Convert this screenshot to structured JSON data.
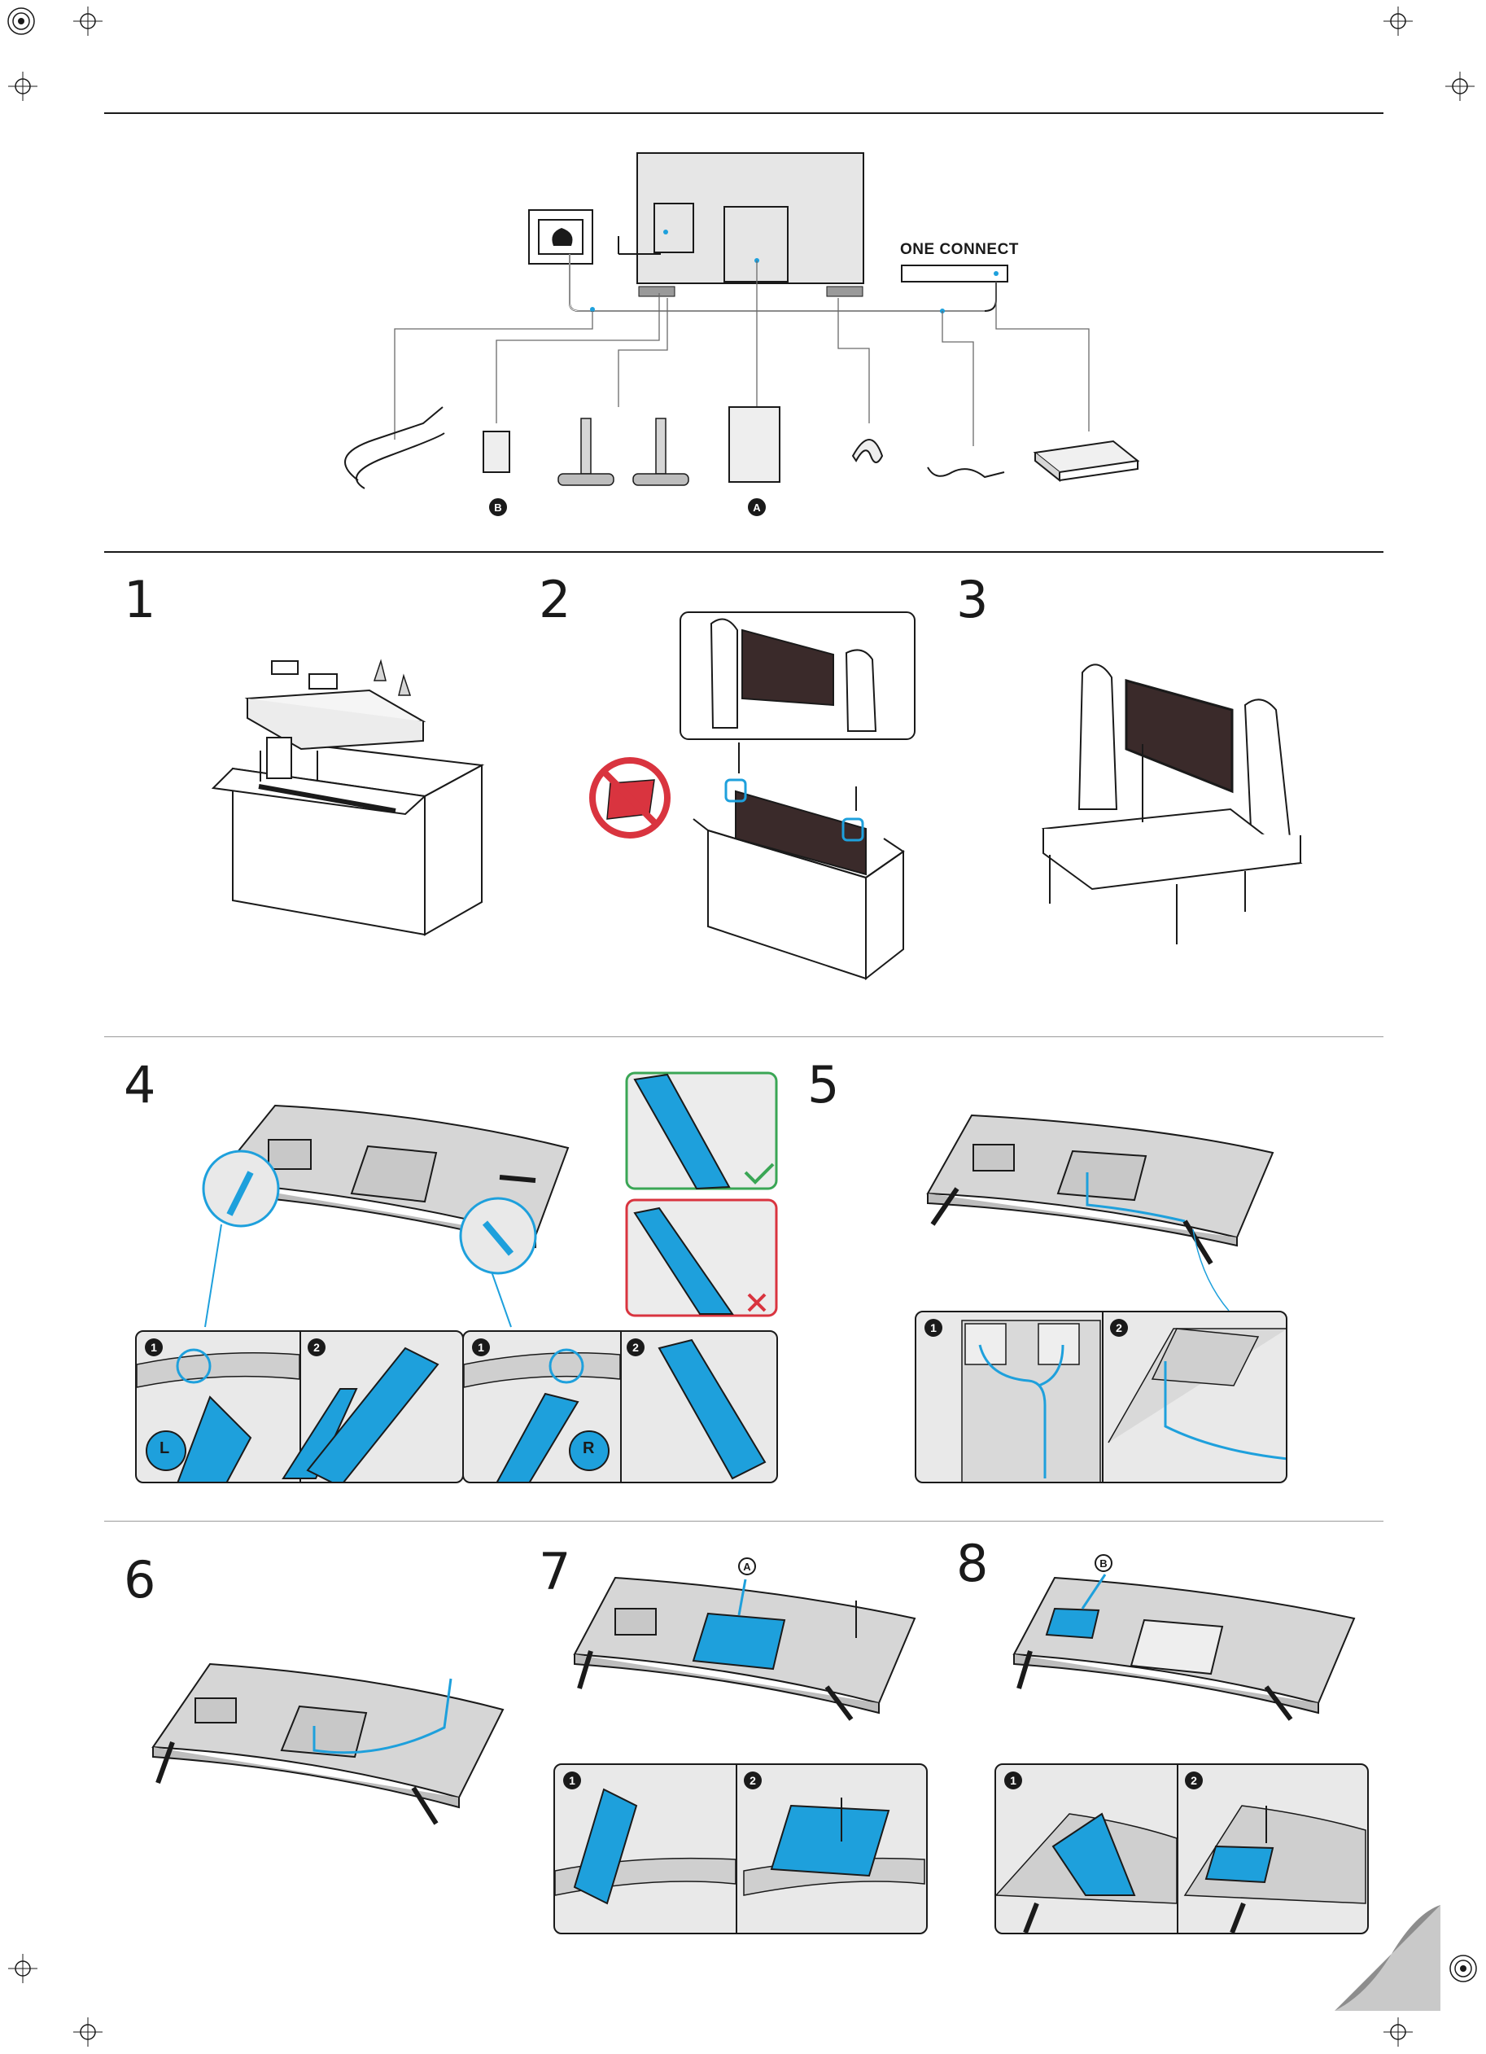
{
  "components": {
    "one_connect_label": "ONE CONNECT",
    "letter_a": "A",
    "letter_b": "B"
  },
  "steps": {
    "s1": "1",
    "s2": "2",
    "s3": "3",
    "s4": "4",
    "s5": "5",
    "s6": "6",
    "s7": "7",
    "s8": "8"
  },
  "substeps": {
    "one": "1",
    "two": "2"
  },
  "stand_labels": {
    "left": "L",
    "right": "R"
  },
  "colors": {
    "accent": "#1ea0dc",
    "ok": "#3aa655",
    "bad": "#d9343f"
  }
}
